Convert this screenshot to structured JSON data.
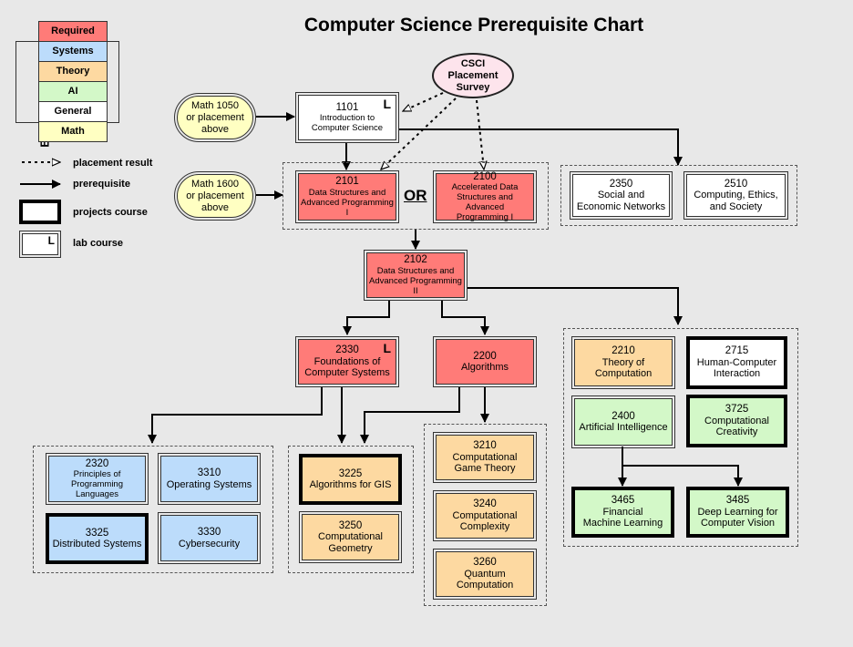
{
  "title": "Computer Science Prerequisite Chart",
  "legend": {
    "categories": [
      {
        "label": "Required",
        "color": "#ff7b78"
      },
      {
        "label": "Systems",
        "color": "#bcdcfb"
      },
      {
        "label": "Theory",
        "color": "#fdd9a1"
      },
      {
        "label": "AI",
        "color": "#d3f8c8"
      },
      {
        "label": "General",
        "color": "#ffffff"
      },
      {
        "label": "Math",
        "color": "#ffffc2"
      }
    ],
    "electives_label": "Electives",
    "keys": {
      "placement": "placement result",
      "prereq": "prerequisite",
      "projects": "projects course",
      "lab": "lab course",
      "lab_mark": "L"
    }
  },
  "survey": {
    "line1": "CSCI",
    "line2": "Placement",
    "line3": "Survey"
  },
  "math": {
    "m1050": {
      "l1": "Math 1050",
      "l2": "or placement",
      "l3": "above"
    },
    "m1600": {
      "l1": "Math 1600",
      "l2": "or placement",
      "l3": "above"
    }
  },
  "or_label": "OR",
  "lab_mark": "L",
  "courses": {
    "c1101": {
      "num": "1101",
      "l1": "Introduction to",
      "l2": "Computer Science"
    },
    "c2101": {
      "num": "2101",
      "l1": "Data Structures and",
      "l2": "Advanced Programming",
      "l3": "I"
    },
    "c2100": {
      "num": "2100",
      "l1": "Accelerated Data",
      "l2": "Structures and Advanced",
      "l3": "Programming I"
    },
    "c2350": {
      "num": "2350",
      "l1": "Social and",
      "l2": "Economic Networks"
    },
    "c2510": {
      "num": "2510",
      "l1": "Computing, Ethics,",
      "l2": "and Society"
    },
    "c2102": {
      "num": "2102",
      "l1": "Data Structures and",
      "l2": "Advanced Programming",
      "l3": "II"
    },
    "c2330": {
      "num": "2330",
      "l1": "Foundations of",
      "l2": "Computer Systems"
    },
    "c2200": {
      "num": "2200",
      "l1": "Algorithms"
    },
    "c2210": {
      "num": "2210",
      "l1": "Theory of",
      "l2": "Computation"
    },
    "c2715": {
      "num": "2715",
      "l1": "Human-Computer",
      "l2": "Interaction"
    },
    "c2400": {
      "num": "2400",
      "l1": "Artificial Intelligence"
    },
    "c3725": {
      "num": "3725",
      "l1": "Computational",
      "l2": "Creativity"
    },
    "c3465": {
      "num": "3465",
      "l1": "Financial",
      "l2": "Machine Learning"
    },
    "c3485": {
      "num": "3485",
      "l1": "Deep Learning for",
      "l2": "Computer Vision"
    },
    "c2320": {
      "num": "2320",
      "l1": "Principles of",
      "l2": "Programming",
      "l3": "Languages"
    },
    "c3310": {
      "num": "3310",
      "l1": "Operating Systems"
    },
    "c3325": {
      "num": "3325",
      "l1": "Distributed Systems"
    },
    "c3330": {
      "num": "3330",
      "l1": "Cybersecurity"
    },
    "c3225": {
      "num": "3225",
      "l1": "Algorithms for GIS"
    },
    "c3250": {
      "num": "3250",
      "l1": "Computational",
      "l2": "Geometry"
    },
    "c3210": {
      "num": "3210",
      "l1": "Computational",
      "l2": "Game Theory"
    },
    "c3240": {
      "num": "3240",
      "l1": "Computational",
      "l2": "Complexity"
    },
    "c3260": {
      "num": "3260",
      "l1": "Quantum",
      "l2": "Computation"
    }
  }
}
